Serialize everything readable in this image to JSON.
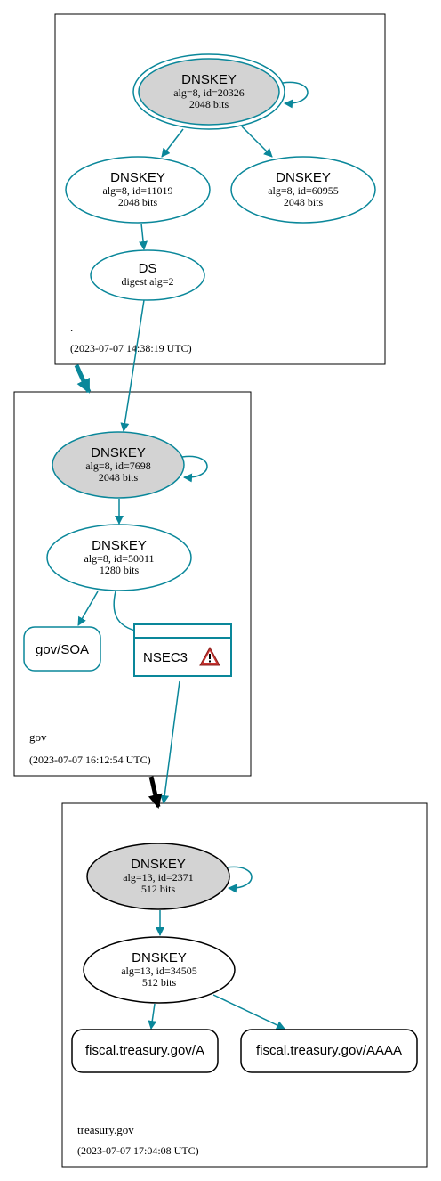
{
  "colors": {
    "teal": "#0a879a",
    "black": "#000000",
    "gray_fill": "#d3d3d3",
    "warning_red": "#c7322f"
  },
  "zones": {
    "root": {
      "name": ".",
      "timestamp": "(2023-07-07 14:38:19 UTC)"
    },
    "gov": {
      "name": "gov",
      "timestamp": "(2023-07-07 16:12:54 UTC)"
    },
    "treasury": {
      "name": "treasury.gov",
      "timestamp": "(2023-07-07 17:04:08 UTC)"
    }
  },
  "nodes": {
    "root_ksk": {
      "title": "DNSKEY",
      "line1": "alg=8, id=20326",
      "line2": "2048 bits"
    },
    "root_zsk1": {
      "title": "DNSKEY",
      "line1": "alg=8, id=11019",
      "line2": "2048 bits"
    },
    "root_zsk2": {
      "title": "DNSKEY",
      "line1": "alg=8, id=60955",
      "line2": "2048 bits"
    },
    "gov_ds": {
      "title": "DS",
      "line1": "digest alg=2"
    },
    "gov_ksk": {
      "title": "DNSKEY",
      "line1": "alg=8, id=7698",
      "line2": "2048 bits"
    },
    "gov_zsk": {
      "title": "DNSKEY",
      "line1": "alg=8, id=50011",
      "line2": "1280 bits"
    },
    "gov_soa": {
      "title": "gov/SOA"
    },
    "nsec3": {
      "title": "NSEC3",
      "warning_icon": "warning-icon"
    },
    "tre_ksk": {
      "title": "DNSKEY",
      "line1": "alg=13, id=2371",
      "line2": "512 bits"
    },
    "tre_zsk": {
      "title": "DNSKEY",
      "line1": "alg=13, id=34505",
      "line2": "512 bits"
    },
    "tre_a": {
      "title": "fiscal.treasury.gov/A"
    },
    "tre_aaaa": {
      "title": "fiscal.treasury.gov/AAAA"
    }
  }
}
